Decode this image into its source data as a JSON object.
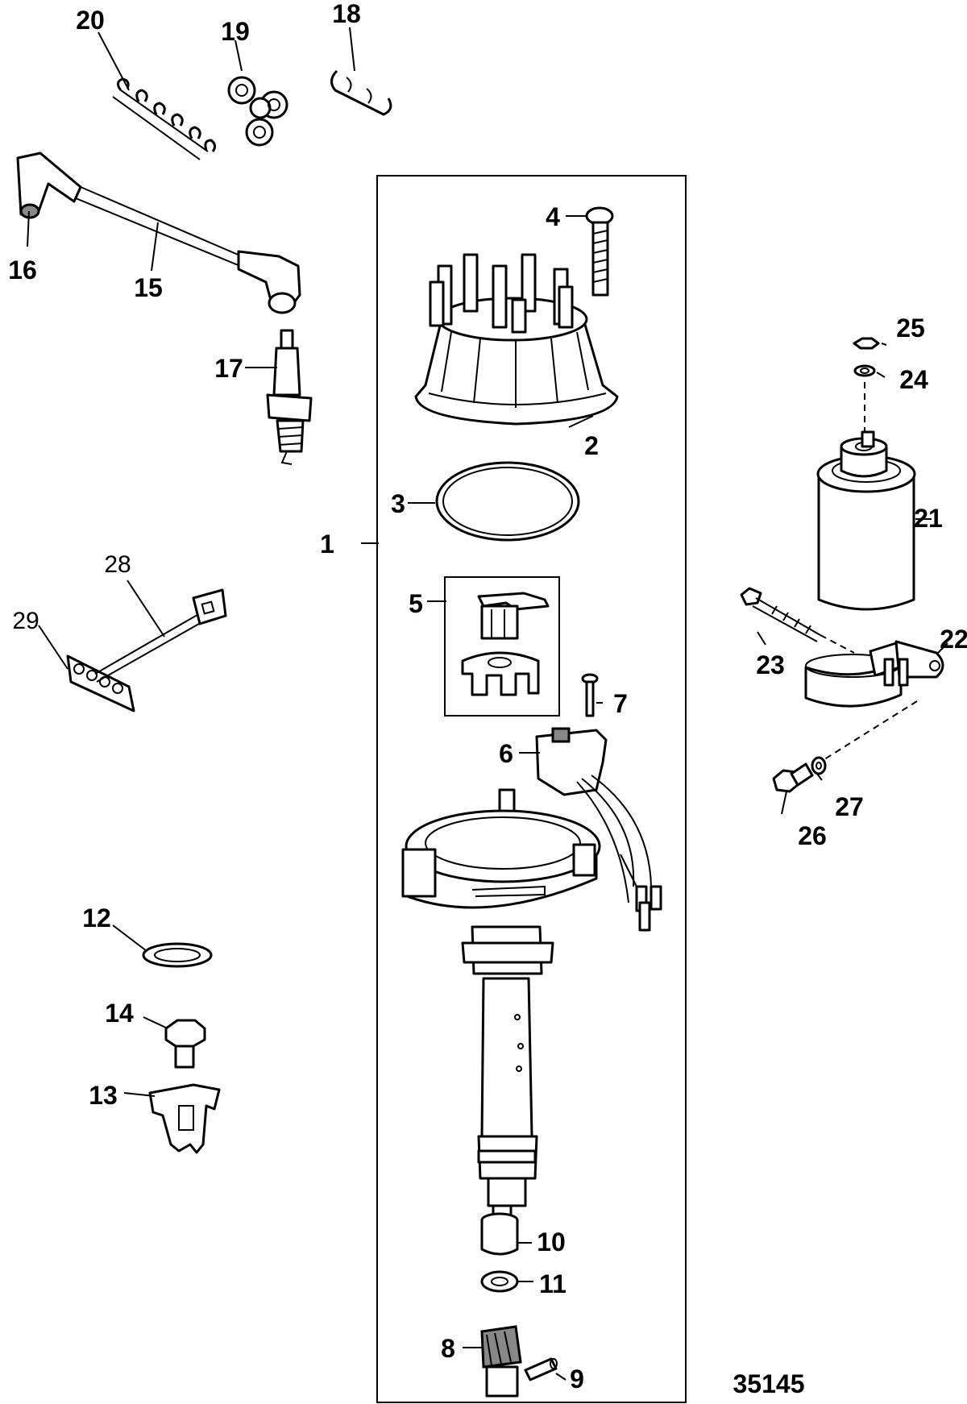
{
  "diagram": {
    "figure_number": "35145",
    "callouts": {
      "c1": "1",
      "c2": "2",
      "c3": "3",
      "c4": "4",
      "c5": "5",
      "c6": "6",
      "c7": "7",
      "c8": "8",
      "c9": "9",
      "c10": "10",
      "c11": "11",
      "c12": "12",
      "c13": "13",
      "c14": "14",
      "c15": "15",
      "c16": "16",
      "c17": "17",
      "c18": "18",
      "c19": "19",
      "c20": "20",
      "c21": "21",
      "c22": "22",
      "c23": "23",
      "c24": "24",
      "c25": "25",
      "c26": "26",
      "c27": "27",
      "c28": "28",
      "c29": "29"
    }
  }
}
